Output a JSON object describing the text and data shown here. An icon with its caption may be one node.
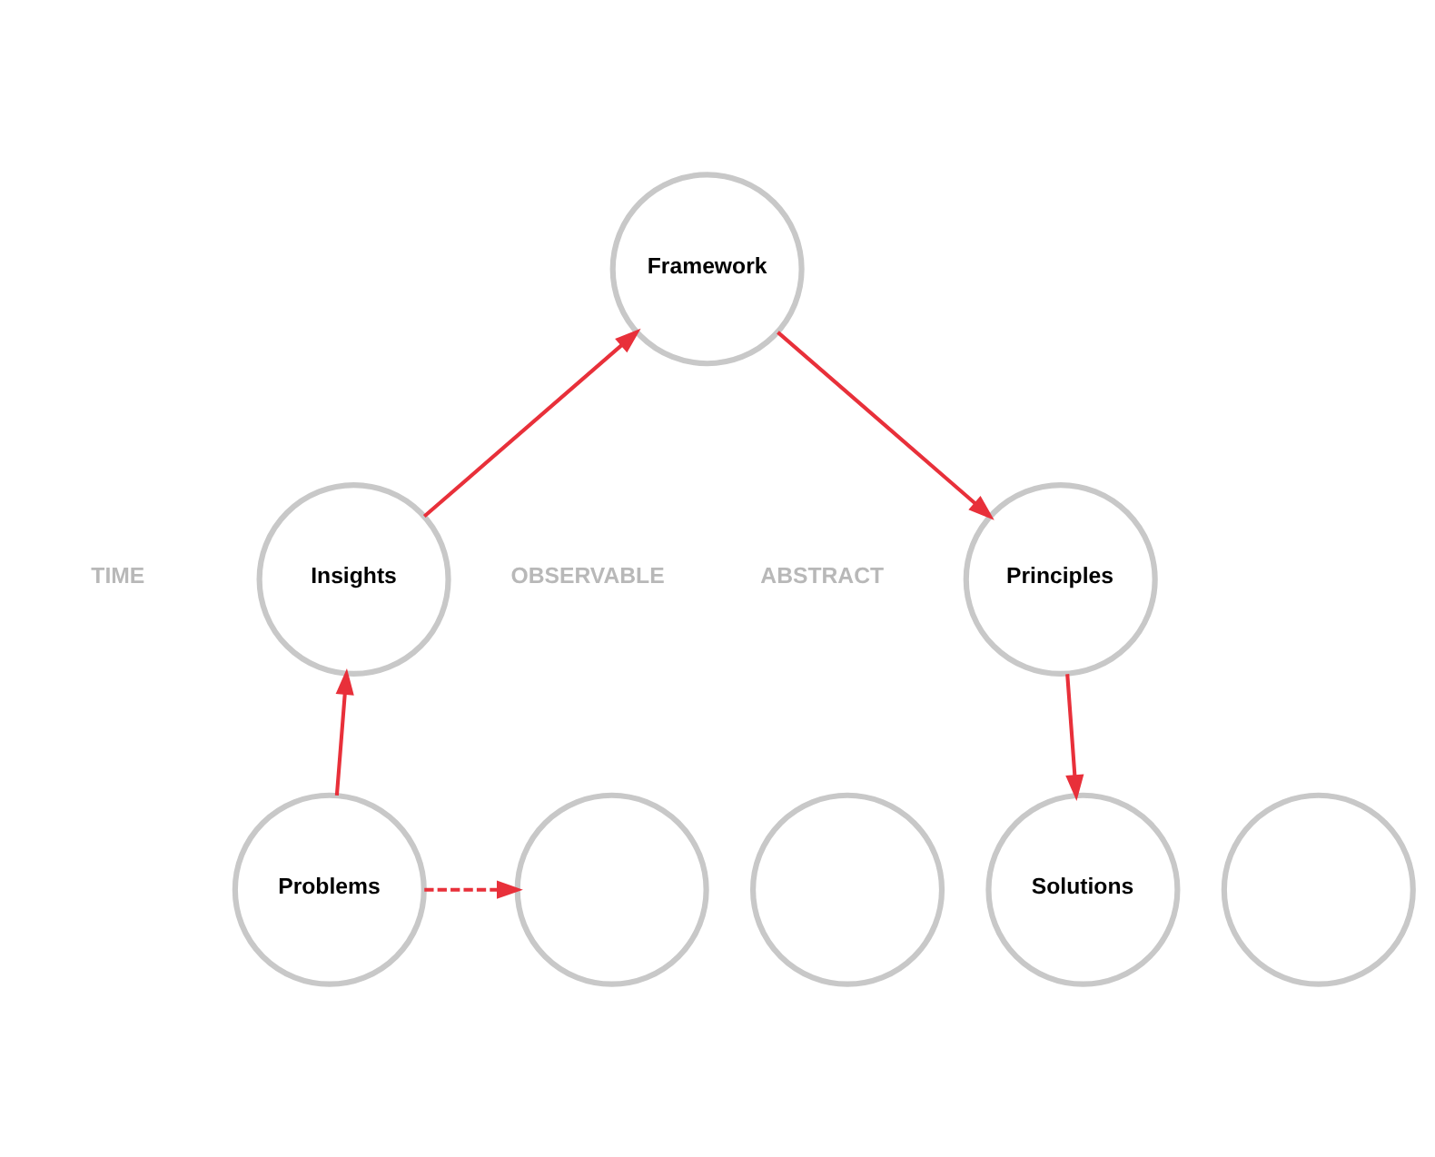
{
  "diagram": {
    "nodes": [
      {
        "text": [
          "Framework"
        ]
      },
      {
        "text": [
          "Insights"
        ]
      },
      {
        "text": [
          "Principles"
        ]
      },
      {
        "text": [
          "Problems"
        ]
      },
      {
        "text": [],
        "shape": "circle"
      },
      {
        "text": [],
        "shape": "circle"
      },
      {
        "text": [
          "Solutions"
        ]
      },
      {
        "text": [],
        "shape": "circle"
      }
    ],
    "edges": [
      {
        "from": 3,
        "to": 1,
        "arrow": "to"
      },
      {
        "from": 1,
        "to": 0,
        "arrow": "to"
      },
      {
        "from": 0,
        "to": 2,
        "arrow": "to"
      },
      {
        "from": 2,
        "to": 6,
        "arrow": "to"
      },
      {
        "from": 3,
        "to": 4,
        "arrow": "to",
        "style": "dashed"
      }
    ],
    "labels": [
      "TIME",
      "ABSTRACT",
      "OBSERVABLE"
    ]
  }
}
